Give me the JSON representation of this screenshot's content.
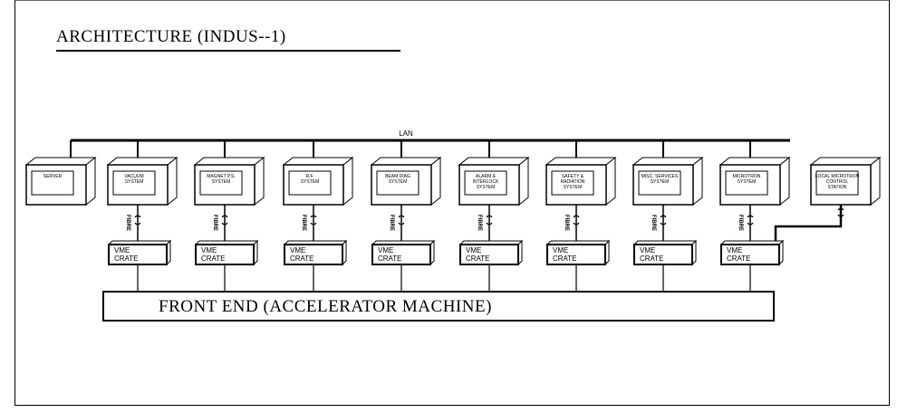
{
  "title": "ARCHITECTURE (INDUS--1)",
  "lan_label": "LAN",
  "front_end_label": "FRONT END (ACCELERATOR MACHINE)",
  "fiber_label": "FIBRE",
  "systems": [
    {
      "label": "SERVER",
      "has_crate": false
    },
    {
      "label": "VACUUM SYSTEM",
      "has_crate": true
    },
    {
      "label": "MAGNET P.S. SYSTEM",
      "has_crate": true
    },
    {
      "label": "R.F. SYSTEM",
      "has_crate": true
    },
    {
      "label": "BEAM DIAG SYSTEM",
      "has_crate": true
    },
    {
      "label": "ALARM & INTERLOCK SYSTEM",
      "has_crate": true
    },
    {
      "label": "SAFETY & RADIATION SYSTEM",
      "has_crate": true
    },
    {
      "label": "MISC. SERVICES SYSTEM",
      "has_crate": true
    },
    {
      "label": "MICROTRON SYSTEM",
      "has_crate": true
    },
    {
      "label": "LOCAL MICROTRON CONTROL STATION",
      "has_crate": false
    }
  ],
  "crate_label": [
    "VME",
    "CRATE"
  ]
}
